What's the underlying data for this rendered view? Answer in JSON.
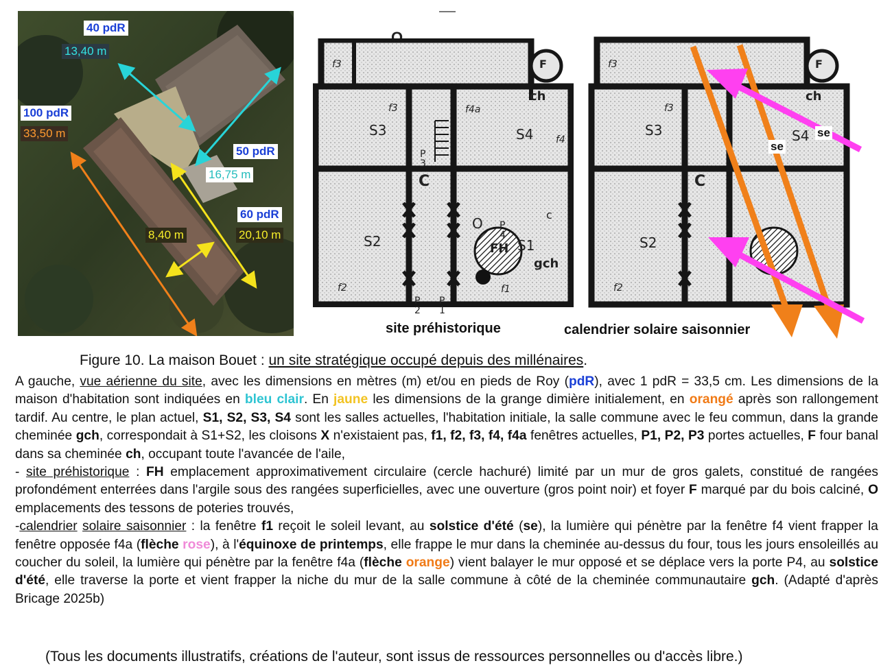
{
  "figure_letter": "O",
  "aerial_labels": {
    "house_feet": "40 pdR",
    "house_m": "13,40 m",
    "barn_orig_feet": "100 pdR",
    "barn_ext_m": "33,50 m",
    "barn_feet": "50 pdR",
    "barn_m": "16,75 m",
    "barn_yellow_feet": "60 pdR",
    "barn_yellow_m": "20,10 m",
    "barn_width_m": "8,40  m"
  },
  "plan_rooms": {
    "s1": "S1",
    "s2": "S2",
    "s3": "S3",
    "s4": "S4",
    "p1": "P\n1",
    "p2": "P\n2",
    "p3": "P\n3",
    "p4": "P\n4",
    "c": "C",
    "c_small": "c",
    "ch": "ch",
    "gch": "gch",
    "f": "F",
    "fh": "FH",
    "o": "O",
    "f1": "f1",
    "f2": "f2",
    "f3": "f3",
    "f4": "f4",
    "f4a": "f4a",
    "f3top": "f3"
  },
  "plan_labels": {
    "left": "site préhistorique",
    "right": "calendrier solaire saisonnier",
    "se": "se"
  },
  "colors": {
    "cyan_arrow": "#28d4d8",
    "yellow_arrow": "#f4e21c",
    "orange_arrow": "#f0801a",
    "pink_arrow": "#ff40f0",
    "plan_ink": "#161616"
  },
  "caption": {
    "title_prefix": "Figure 10. La maison Bouet : ",
    "title_underlined": "un site stratégique occupé depuis des millénaires",
    "title_suffix": ".",
    "para1_a": "A gauche, ",
    "para1_u": "vue aérienne du site",
    "para1_b": ", avec les dimensions en mètres (m) et/ou en pieds de Roy (",
    "para1_pdr": "pdR",
    "para1_c": "), avec 1 pdR = 33,5 cm. Les dimensions de la maison d'habitation sont indiquées en ",
    "para1_bleu": "bleu clair",
    "para1_d": ". En ",
    "para1_jaune": "jaune",
    "para1_e": " les dimensions de la grange dimière initialement, en ",
    "para1_orange": "orangé",
    "para1_f": " après son rallongement tardif. Au centre, le plan actuel, ",
    "para1_rooms": "S1, S2, S3, S4",
    "para1_g": " sont les salles actuelles, l'habitation initiale, la salle commune avec le feu commun, dans la grande cheminée ",
    "para1_gch": "gch",
    "para1_h": ", correspondait à S1+S2, les cloisons ",
    "para1_x": "X",
    "para1_i": " n'existaient pas, ",
    "para1_windows": "f1, f2, f3, f4, f4a",
    "para1_j": " fenêtres actuelles, ",
    "para1_doors": "P1, P2, P3",
    "para1_k": " portes actuelles, ",
    "para1_f_letter": "F",
    "para1_l": " four banal dans sa cheminée ",
    "para1_ch": "ch",
    "para1_m": ", occupant toute l'avancée de l'aile,",
    "para2_dash": "- ",
    "para2_u": "site préhistorique",
    "para2_a": " : ",
    "para2_fh": "FH",
    "para2_b": " emplacement approximativement circulaire (cercle hachuré) limité par un mur de gros galets, constitué de rangées profondément enterrées dans l'argile sous des rangées superficielles, avec une ouverture (gros point noir) et foyer ",
    "para2_f": "F",
    "para2_c": " marqué par du bois calciné, ",
    "para2_o": "O",
    "para2_d": " emplacements des tessons de poteries trouvés,",
    "para3_dash": "-",
    "para3_u1": "calendrier",
    "para3_sp": " ",
    "para3_u2": "solaire saisonnier",
    "para3_a": " : la fenêtre ",
    "para3_f1": "f1",
    "para3_b": " reçoit le soleil levant, au ",
    "para3_solstice1": "solstice d'été",
    "para3_c": " (",
    "para3_se": "se",
    "para3_d": "), la lumière qui pénètre par la fenêtre f4 vient frapper la fenêtre opposée f4a (",
    "para3_fleche1": "flèche ",
    "para3_rose": "rose",
    "para3_e": "), à l'",
    "para3_equinoxe": "équinoxe de printemps",
    "para3_f": ", elle frappe le mur dans la cheminée au-dessus du four, tous les jours ensoleillés au coucher du soleil, la lumière qui pénètre par la fenêtre f4a (",
    "para3_fleche2": "flèche ",
    "para3_orange": "orange",
    "para3_g": ") vient balayer le mur opposé et se déplace vers la porte P4, au ",
    "para3_solstice2": "solstice d'été",
    "para3_h": ", elle traverse la porte et vient frapper la niche du mur de la salle commune à côté de la cheminée communautaire ",
    "para3_gch": "gch",
    "para3_i": ". (Adapté d'après Bricage 2025b)",
    "footer": "(Tous les documents illustratifs, créations de l'auteur, sont issus de ressources personnelles ou d'accès libre.)"
  }
}
